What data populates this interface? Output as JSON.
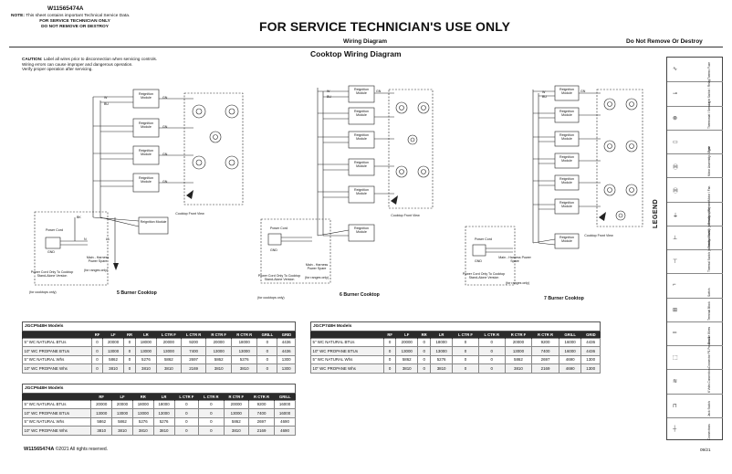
{
  "header": {
    "doc_number": "W11565474A",
    "note_prefix": "NOTE:",
    "note_text": "This sheet contains important Technical Service Data.",
    "for_service": "FOR SERVICE TECHNICIAN ONLY",
    "do_not_remove": "DO NOT REMOVE OR DESTROY",
    "title": "FOR SERVICE TECHNICIAN'S USE ONLY",
    "subtitle_center": "Wiring Diagram",
    "subtitle_right": "Do Not Remove Or Destroy"
  },
  "section_title": "Cooktop Wiring Diagram",
  "caution": {
    "prefix": "CAUTION:",
    "line1": "Label all wires prior to disconnection when servicing controls.",
    "line2": "Wiring errors can cause improper and dangerous operation.",
    "line3": "Verify proper operation after servicing."
  },
  "diagram_labels": {
    "reignition_module": "Reignition Module",
    "power_cord": "Power Cord",
    "power_cord_note": "Power Cord Only To Cooktop Stand-Alone Version",
    "cooktops_only": "(for cooktops only)",
    "ranges_only": "(for ranges only)",
    "main_harness": "Main - Harness Power Spare",
    "cooktop_front_view": "Cooktop Front View",
    "gnd": "GND",
    "wire_w": "W",
    "wire_bu": "BU",
    "wire_gn": "GN",
    "wire_bk": "BK",
    "wire_n": "N",
    "wire_l1": "L1",
    "burner5": "5 Burner Cooktop",
    "burner6": "6 Burner Cooktop",
    "burner7": "7 Burner Cooktop"
  },
  "tables": {
    "t1": {
      "title": "JGCP548H Models",
      "headers": [
        "",
        "RF",
        "LF",
        "RR",
        "LR",
        "L CTR F",
        "L CTR R",
        "R CTR F",
        "R CTR R",
        "GRILL",
        "GRID"
      ],
      "rows": [
        [
          "5\" WC NATURAL BTUs",
          "0",
          "20000",
          "0",
          "18000",
          "20000",
          "9200",
          "20000",
          "18000",
          "0",
          "4436"
        ],
        [
          "10\" WC PROPANE BTUs",
          "0",
          "13000",
          "0",
          "13000",
          "13000",
          "7400",
          "13000",
          "13000",
          "0",
          "4436"
        ],
        [
          "5\" WC NATURAL Whs",
          "0",
          "5862",
          "0",
          "5276",
          "5862",
          "2697",
          "5862",
          "5276",
          "0",
          "1300"
        ],
        [
          "10\" WC PROPANE Whs",
          "0",
          "3810",
          "0",
          "3810",
          "3810",
          "2169",
          "3810",
          "3810",
          "0",
          "1300"
        ]
      ]
    },
    "t2": {
      "title": "JGCP748H Models",
      "headers": [
        "",
        "RF",
        "LF",
        "RR",
        "LR",
        "L CTR F",
        "L CTR R",
        "R CTR F",
        "R CTR R",
        "GRILL",
        "GRID"
      ],
      "rows": [
        [
          "5\" WC NATURAL BTUs",
          "0",
          "20000",
          "0",
          "18000",
          "0",
          "0",
          "20000",
          "9200",
          "16000",
          "4436"
        ],
        [
          "10\" WC PROPANE BTUs",
          "0",
          "13000",
          "0",
          "13000",
          "0",
          "0",
          "13000",
          "7400",
          "16000",
          "4436"
        ],
        [
          "5\" WC NATURAL Whs",
          "0",
          "5862",
          "0",
          "5276",
          "0",
          "0",
          "5862",
          "2697",
          "4690",
          "1300"
        ],
        [
          "10\" WC PROPANE Whs",
          "0",
          "3810",
          "0",
          "3810",
          "0",
          "0",
          "3810",
          "2169",
          "4690",
          "1300"
        ]
      ]
    },
    "t3": {
      "title": "JGCP648H Models",
      "headers": [
        "",
        "RF",
        "LF",
        "RR",
        "LR",
        "L CTR F",
        "L CTR R",
        "R CTR F",
        "R CTR R",
        "GRILL"
      ],
      "rows": [
        [
          "5\" WC NATURAL BTUs",
          "20000",
          "20000",
          "18000",
          "18000",
          "0",
          "0",
          "20000",
          "9200",
          "16000"
        ],
        [
          "10\" WC PROPANE BTUs",
          "13000",
          "13000",
          "13000",
          "13000",
          "0",
          "0",
          "13000",
          "7400",
          "16000"
        ],
        [
          "5\" WC NATURAL Whs",
          "5862",
          "5862",
          "5276",
          "5276",
          "0",
          "0",
          "5862",
          "2697",
          "4690"
        ],
        [
          "10\" WC PROPANE Whs",
          "3810",
          "3810",
          "3810",
          "3810",
          "0",
          "0",
          "3810",
          "2169",
          "4690"
        ]
      ]
    }
  },
  "legend": {
    "title": "LEGEND",
    "items": [
      "Thermo Fuse",
      "Light Switch / Relay",
      "Thermostat / Sensor",
      "Fuse",
      "Motor Assembly / Light",
      "Motor / Fan",
      "Resistor / Element",
      "Thermal Switch (normally open)",
      "Thermal Switch (normally closed)",
      "Switch",
      "Terminal Block",
      "Double Wires",
      "Connector P1 Position 1",
      "6 Volts Connection",
      "Jack Switch",
      "Connections"
    ]
  },
  "footer": {
    "doc_number": "W11565474A",
    "copyright": "©2021 All rights reserved.",
    "date": "09/21"
  }
}
